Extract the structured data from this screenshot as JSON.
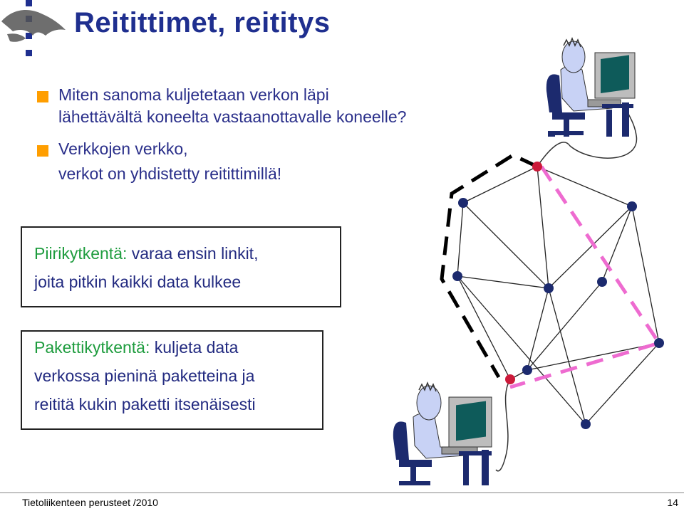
{
  "slide": {
    "title": "Reitittimet,  reititys",
    "bullets": [
      {
        "line1": "Miten sanoma kuljetetaan verkon läpi",
        "line2": "lähettävältä koneelta vastaanottavalle koneelle?"
      },
      {
        "line1": "Verkkojen  verkko,",
        "line2": "verkot on yhdistetty reitittimillä!"
      }
    ],
    "box1": {
      "term": "Piirikytkentä:",
      "rest1": " varaa ensin linkit,",
      "line2": "joita pitkin kaikki data kulkee"
    },
    "box2": {
      "term": "Pakettikytkentä:",
      "rest1": " kuljeta data",
      "line2": "verkossa pieninä paketteina ja",
      "line3": "reititä kukin paketti  itsenäisesti"
    }
  },
  "footer": {
    "course": "Tietoliikenteen perusteet /2010",
    "page": "14"
  },
  "colors": {
    "title": "#1f2f8f",
    "bullet": "#ff9e00",
    "term": "#1e9c3e",
    "dashed_black": "#000000",
    "dashed_pink": "#ee6bd0",
    "router": "#1c2a6e",
    "endpoint_router": "#cc1a3a"
  },
  "icons": [
    "university-logo-icon",
    "user-at-computer-icon"
  ]
}
